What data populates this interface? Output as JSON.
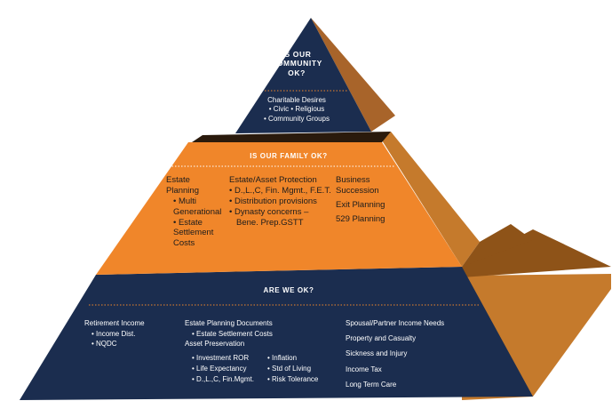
{
  "colors": {
    "navy": "#1b2d4f",
    "orange": "#f0862a",
    "side": "#c57a2c",
    "side_dark": "#8e5318",
    "top_side": "#a8642a"
  },
  "top_tier": {
    "title_lines": [
      "IS OUR",
      "COMMUNITY",
      "OK?"
    ],
    "items": [
      "Charitable Desires",
      "• Civic  • Religious",
      "• Community Groups"
    ]
  },
  "middle_tier": {
    "title": "IS OUR FAMILY OK?",
    "col1": [
      "Estate",
      "Planning",
      "• Multi",
      "Generational",
      "• Estate",
      "Settlement",
      "Costs"
    ],
    "col2": [
      "Estate/Asset Protection",
      "• D.,L.,C, Fin. Mgmt., F.E.T.",
      "• Distribution provisions",
      "• Dynasty concerns –",
      "Bene. Prep.GSTT"
    ],
    "col3": [
      "Business",
      "Succession",
      "Exit Planning",
      "529 Planning"
    ]
  },
  "bottom_tier": {
    "title": "ARE WE OK?",
    "col1": [
      "Retirement Income",
      "• Income Dist.",
      "• NQDC"
    ],
    "col2_head": [
      "Estate Planning Documents",
      "• Estate Settlement Costs",
      "Asset Preservation"
    ],
    "col2_left": [
      "• Investment ROR",
      "• Life Expectancy",
      "• D.,L.,C, Fin.Mgmt."
    ],
    "col2_right": [
      "• Inflation",
      "• Std of Living",
      "• Risk Tolerance"
    ],
    "col3": [
      "Spousal/Partner Income Needs",
      "Property and Casualty",
      "Sickness and Injury",
      "Income Tax",
      "Long Term Care"
    ]
  }
}
